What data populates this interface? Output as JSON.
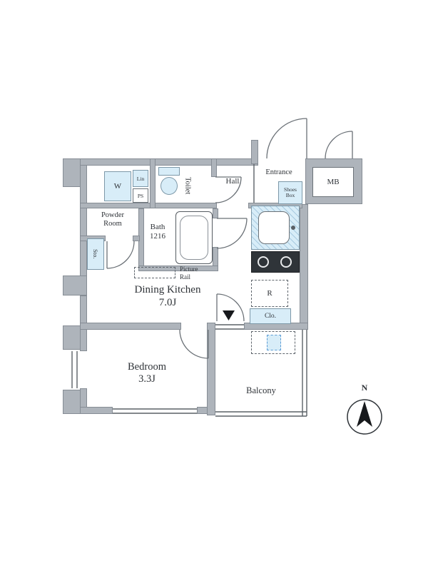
{
  "colors": {
    "wall_fill": "#aeb4bb",
    "wall_border": "#868d95",
    "fixture_fill": "#d8edf8",
    "fixture_border": "#7d98a8",
    "line": "#5a6066",
    "stove_fill": "#2f3439",
    "compass_needle": "#17191c"
  },
  "rooms": {
    "dining_kitchen": "Dining Kitchen\n7.0J",
    "bedroom": "Bedroom\n3.3J",
    "balcony": "Balcony",
    "bath": "Bath\n1216",
    "toilet": "Toilet",
    "hall": "Hall",
    "entrance": "Entrance",
    "powder_room": "Powder\nRoom"
  },
  "fixtures": {
    "washer": "W",
    "linen": "Lin",
    "pipe_space": "PS",
    "meter_box": "MB",
    "shoes_box": "Shoes\nBox",
    "storage": "Sto.",
    "closet": "Clo.",
    "refrigerator": "R",
    "picture_rail": "Picture\nRail"
  },
  "compass": {
    "north": "N"
  }
}
